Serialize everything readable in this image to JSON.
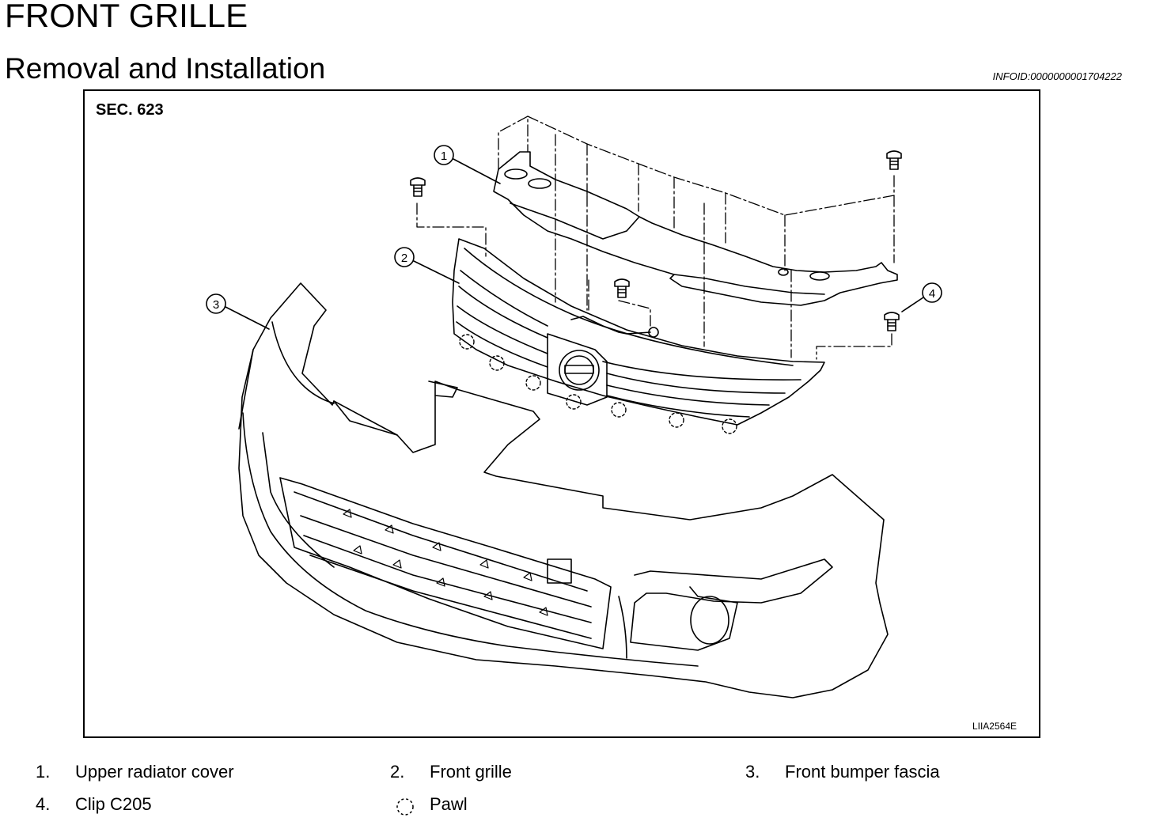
{
  "header": {
    "title": "FRONT GRILLE",
    "subtitle": "Removal and Installation",
    "infoid": "INFOID:0000000001704222"
  },
  "figure": {
    "section_label": "SEC. 623",
    "figure_code": "LIIA2564E",
    "callouts": [
      "1",
      "2",
      "3",
      "4"
    ]
  },
  "legend": {
    "items": [
      {
        "number": "1.",
        "label": "Upper radiator cover"
      },
      {
        "number": "2.",
        "label": "Front grille"
      },
      {
        "number": "3.",
        "label": "Front bumper fascia"
      },
      {
        "number": "4.",
        "label": "Clip C205"
      },
      {
        "symbol": "dashed-circle-icon",
        "label": "Pawl"
      }
    ]
  }
}
